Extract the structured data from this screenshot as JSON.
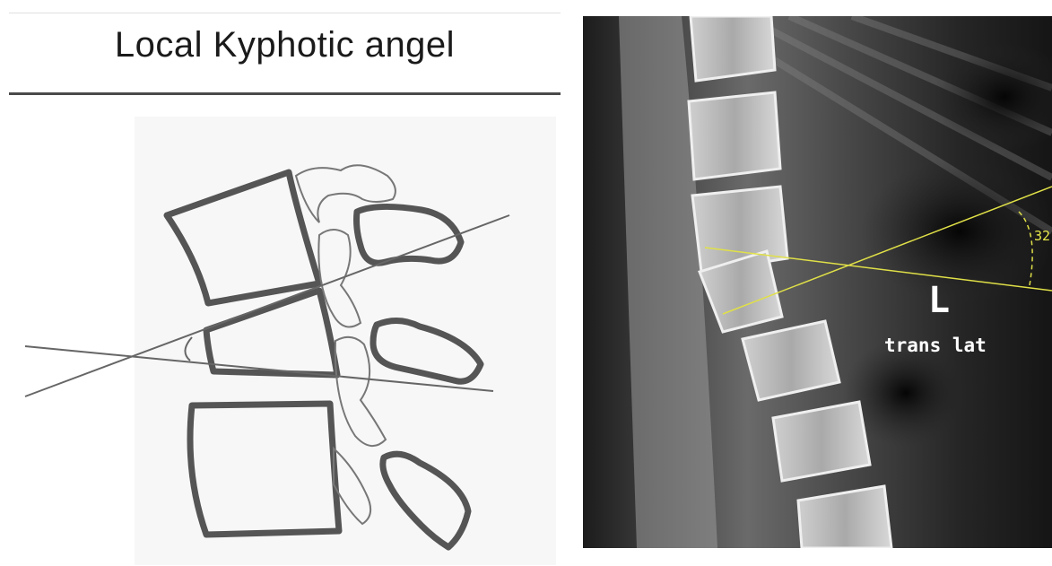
{
  "diagram": {
    "title": "Local Kyphotic angel"
  },
  "xray": {
    "marker_letter": "L",
    "view_label": "trans lat",
    "angle_label": "32",
    "line_color": "#e0e048"
  }
}
